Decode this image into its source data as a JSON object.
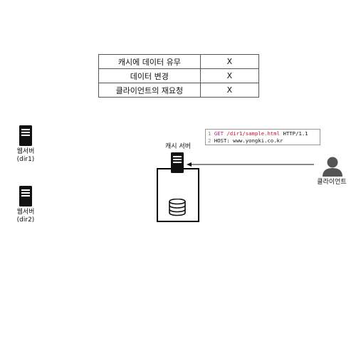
{
  "condition_table": {
    "rows": [
      {
        "label": "캐시에 데이터 유무",
        "value": "X"
      },
      {
        "label": "데이터 변경",
        "value": "X"
      },
      {
        "label": "클라이언트의 재요청",
        "value": "X"
      }
    ]
  },
  "web_servers": [
    {
      "label": "웹서버",
      "sublabel": "(dir1)"
    },
    {
      "label": "웹서버",
      "sublabel": "(dir2)"
    }
  ],
  "cache_server": {
    "label": "캐시 서버"
  },
  "request": {
    "line1": {
      "num": "1",
      "method": "GET",
      "path": "/dir1/sample.html",
      "protocol": "HTTP/1.1"
    },
    "line2": {
      "num": "2",
      "text": "HOST: www.yongki.co.kr"
    }
  },
  "client": {
    "label": "클라이언트"
  }
}
